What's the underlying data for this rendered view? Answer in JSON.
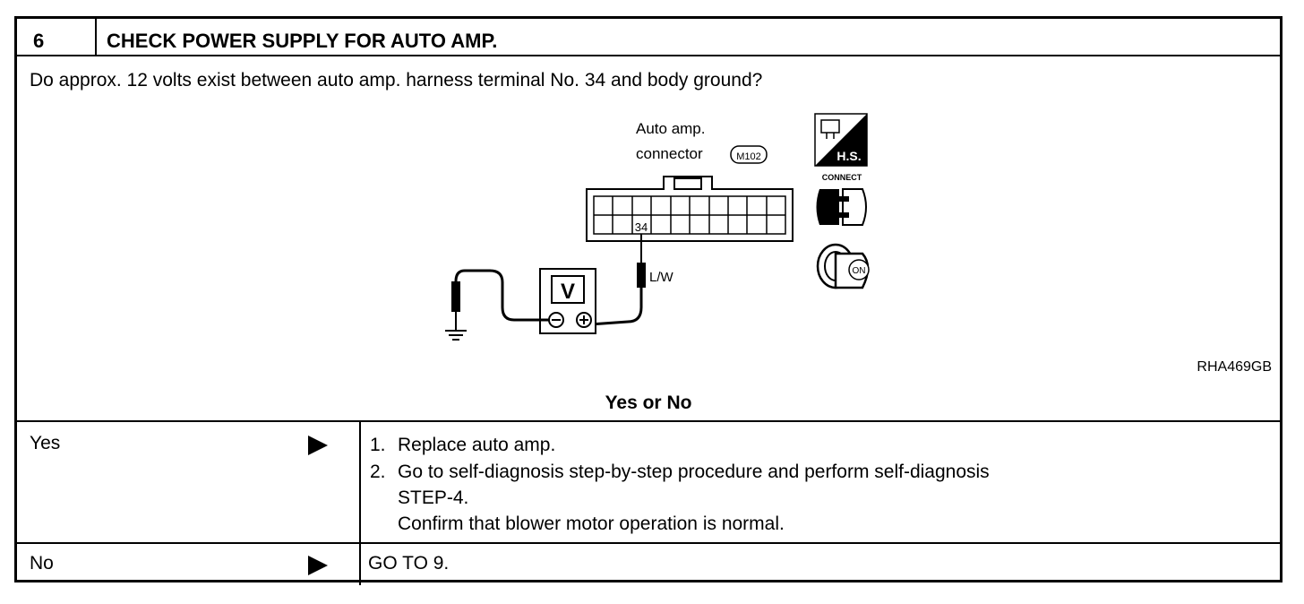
{
  "header": {
    "step_number": "6",
    "title": "CHECK POWER SUPPLY FOR AUTO AMP."
  },
  "question": "Do approx. 12 volts exist between auto amp. harness terminal No. 34 and body ground?",
  "figure": {
    "connector_label_line1": "Auto amp.",
    "connector_label_line2": "connector",
    "connector_code": "M102",
    "terminal": "34",
    "wire_color": "L/W",
    "meter_symbol": "V",
    "icon_hs_label": "H.S.",
    "icon_connect_label": "CONNECT",
    "icon_key_label": "ON",
    "figure_id": "RHA469GB"
  },
  "decision_title": "Yes or No",
  "results": [
    {
      "answer": "Yes",
      "steps": [
        {
          "num": "1.",
          "lines": [
            "Replace auto amp."
          ]
        },
        {
          "num": "2.",
          "lines": [
            "Go to self-diagnosis step-by-step procedure and perform self-diagnosis",
            "STEP-4.",
            "Confirm that blower motor operation is normal."
          ]
        }
      ]
    },
    {
      "answer": "No",
      "action": "GO TO 9."
    }
  ]
}
